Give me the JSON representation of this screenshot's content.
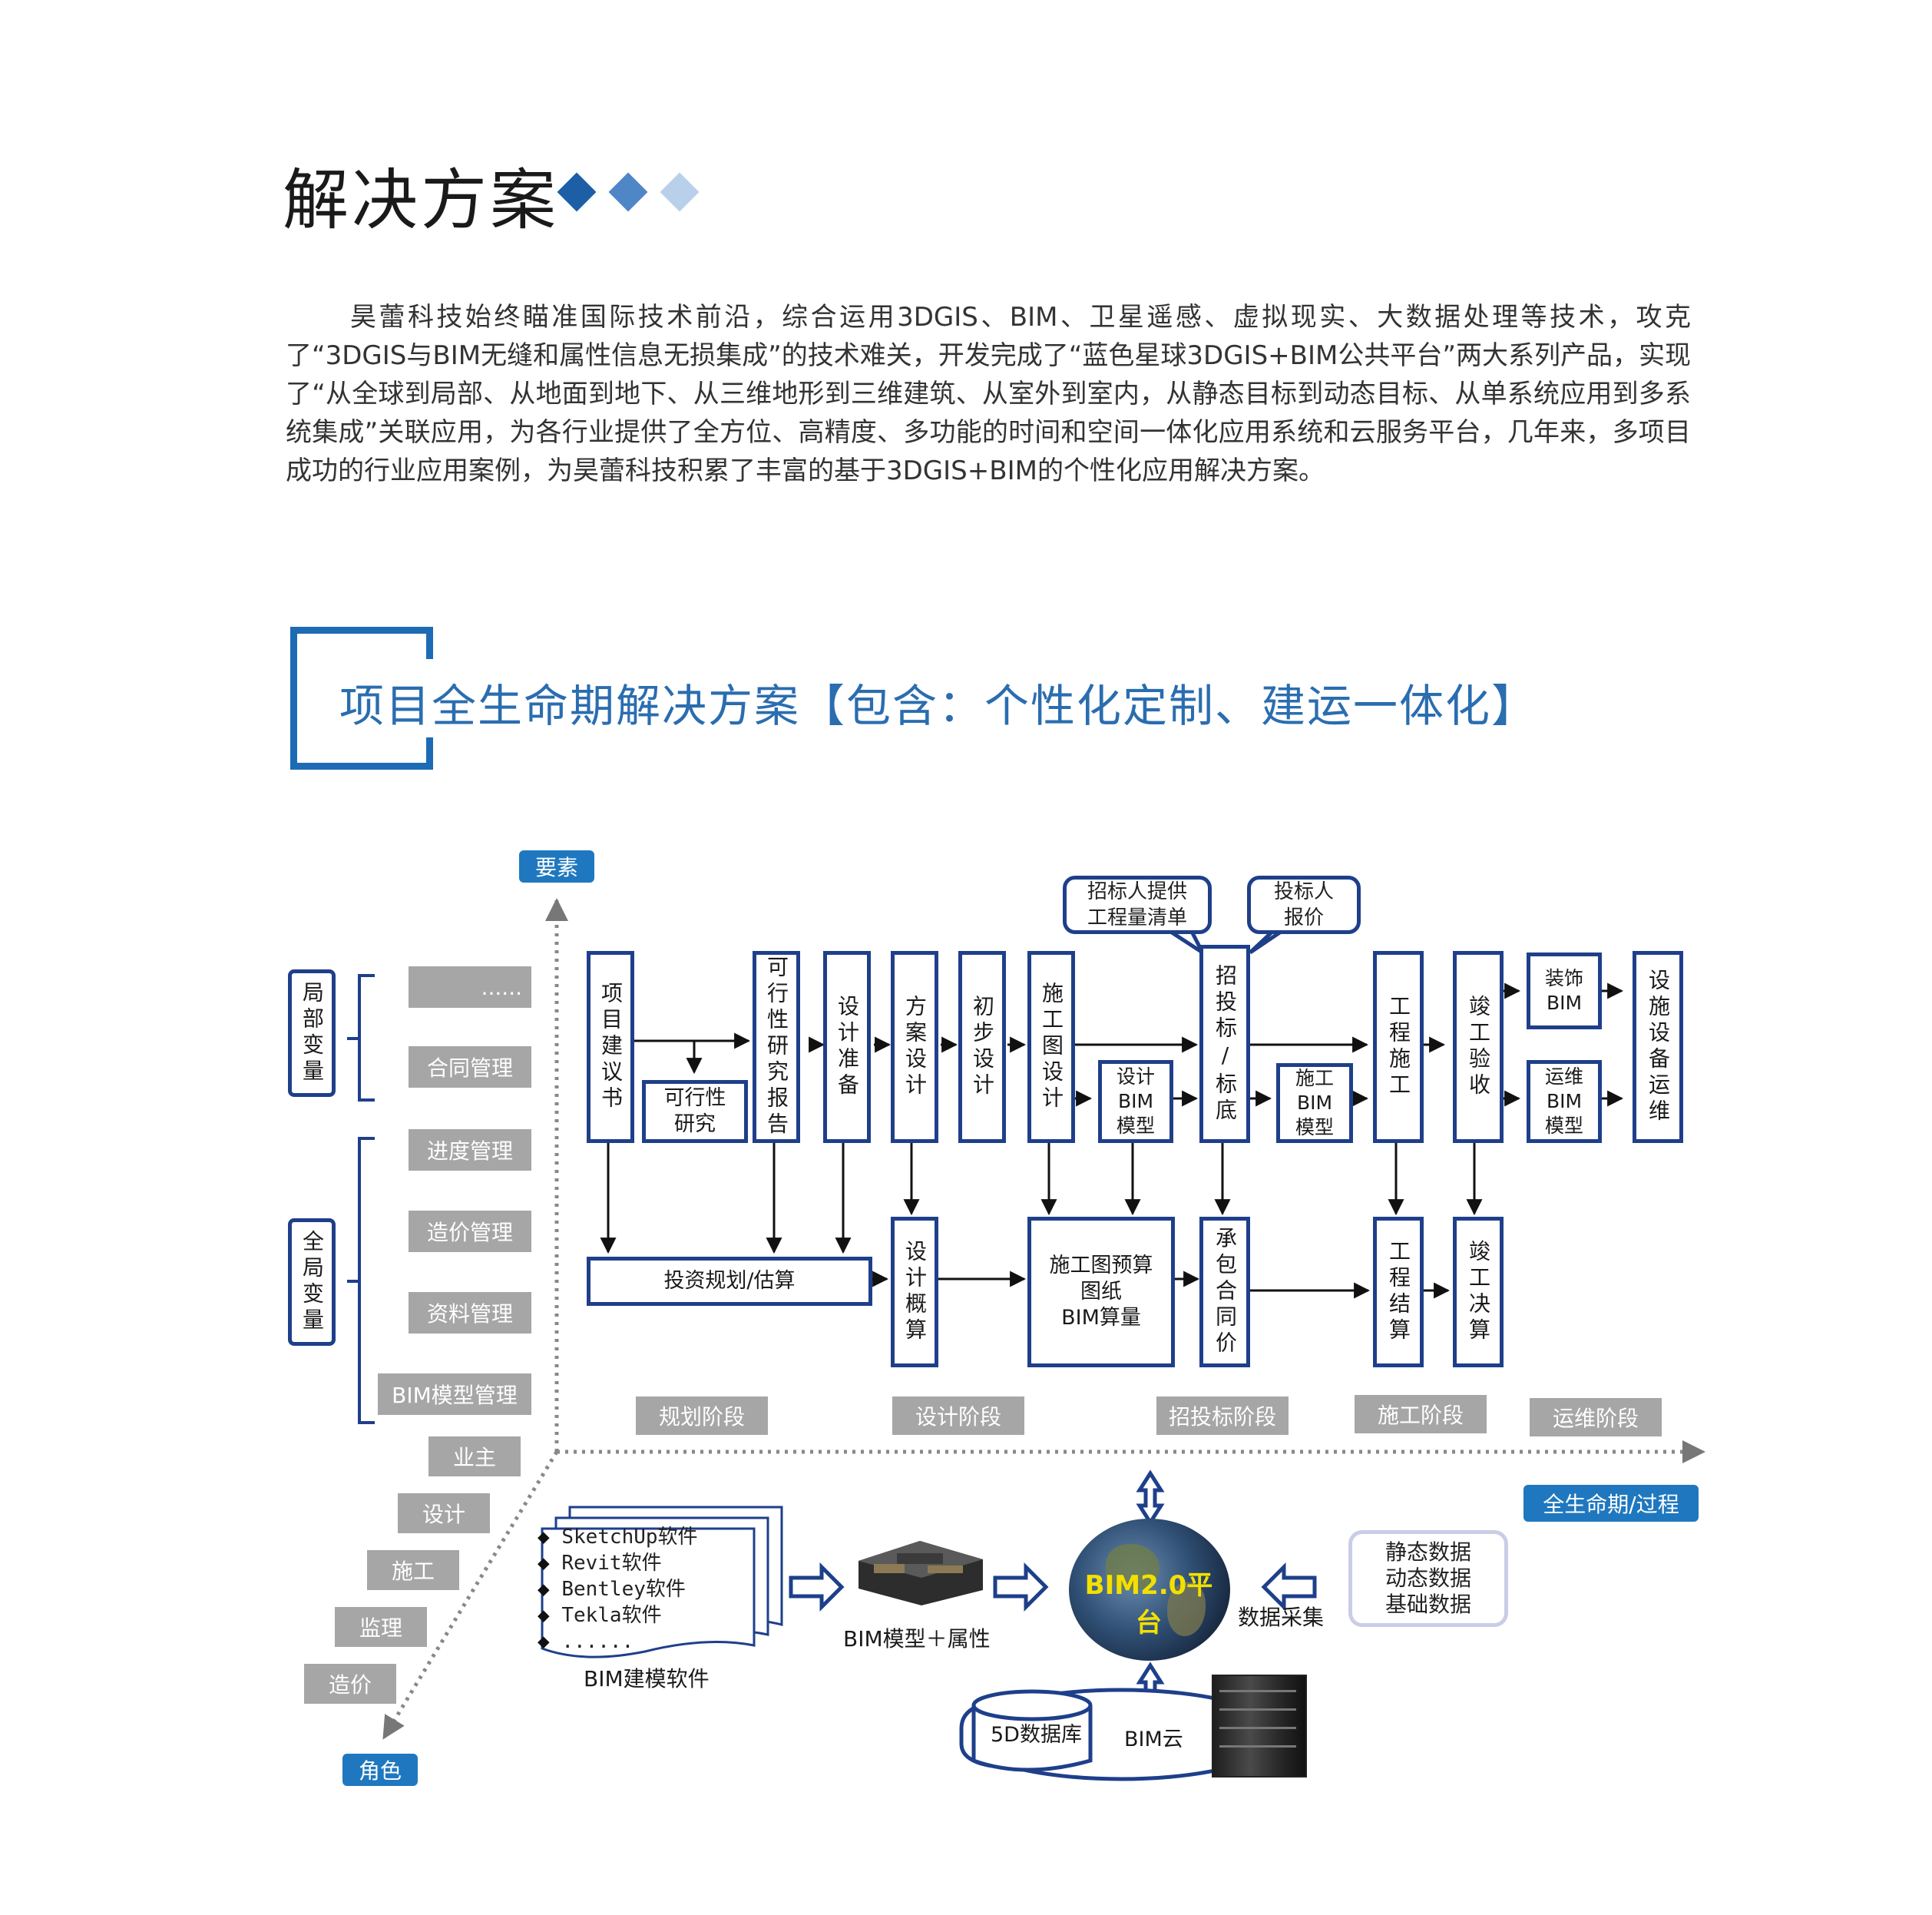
{
  "header": {
    "title": "解决方案",
    "intro": "昊蕾科技始终瞄准国际技术前沿，综合运用3DGIS、BIM、卫星遥感、虚拟现实、大数据处理等技术，攻克了“3DGIS与BIM无缝和属性信息无损集成”的技术难关，开发完成了“蓝色星球3DGIS+BIM公共平台”两大系列产品，实现了“从全球到局部、从地面到地下、从三维地形到三维建筑、从室外到室内，从静态目标到动态目标、从单系统应用到多系统集成”关联应用，为各行业提供了全方位、高精度、多功能的时间和空间一体化应用系统和云服务平台，几年来，多项目成功的行业应用案例，为昊蕾科技积累了丰富的基于3DGIS+BIM的个性化应用解决方案。",
    "accent_colors": [
      "#1d5fa6",
      "#4f86c6",
      "#b9d0ea"
    ]
  },
  "section": {
    "title": "项目全生命期解决方案【包含：个性化定制、建运一体化】",
    "color": "#2a6db0"
  },
  "axes": {
    "y_label": "要素",
    "x_label": "全生命期/过程",
    "z_label": "角色"
  },
  "variables": {
    "local_label": "局部变量",
    "global_label": "全局变量",
    "items": [
      "......",
      "合同管理",
      "进度管理",
      "造价管理",
      "资料管理",
      "BIM模型管理"
    ]
  },
  "roles": [
    "业主",
    "设计",
    "施工",
    "监理",
    "造价"
  ],
  "stages": [
    "规划阶段",
    "设计阶段",
    "招投标阶段",
    "施工阶段",
    "运维阶段"
  ],
  "flow": {
    "top": {
      "xiangmu": "项目建议书",
      "kexingxing_report": "可行性研究报告",
      "sheji_zhunbei": "设计准备",
      "fangan": "方案设计",
      "chubu": "初步设计",
      "shigongtu": "施工图设计",
      "zhaotoubiao": "招投标/标底",
      "gongcheng_shigong": "工程施工",
      "jungong_yanshou": "竣工验收",
      "yunwei": "设施设备运维"
    },
    "small": {
      "kexingxing": "可行性\n研究",
      "sheji_bim": "设计\nBIM\n模型",
      "shigong_bim": "施工\nBIM\n模型",
      "zhuangshi_bim": "装饰\nBIM",
      "yunwei_bim": "运维\nBIM\n模型"
    },
    "callouts": {
      "zhaobiao": "招标人提供\n工程量清单",
      "toubiao": "投标人\n报价"
    },
    "bottom": {
      "touzi": "投资规划/估算",
      "sheji_gaisuan": "设计概算",
      "yusuan": "施工图预算\n图纸\nBIM算量",
      "chengbao": "承包合同价",
      "jiesuan": "工程结算",
      "juesuan": "竣工决算"
    }
  },
  "platform": {
    "software": [
      "SketchUp软件",
      "Revit软件",
      "Bentley软件",
      "Tekla软件",
      "......"
    ],
    "software_caption": "BIM建模软件",
    "model_caption": "BIM模型＋属性",
    "platform_label": "BIM2.0平台",
    "data_collect": "数据采集",
    "data_types": [
      "静态数据",
      "动态数据",
      "基础数据"
    ],
    "db_label": "5D数据库",
    "cloud_label": "BIM云"
  },
  "colors": {
    "box_border": "#1e3f8a",
    "tag_blue": "#1f78bf",
    "gray": "#a6a6a6",
    "soft_border": "#c9cde6"
  },
  "icons": [
    "diamond-icon",
    "globe-icon",
    "building-model-icon",
    "server-icon",
    "database-icon",
    "arrow-icon"
  ]
}
